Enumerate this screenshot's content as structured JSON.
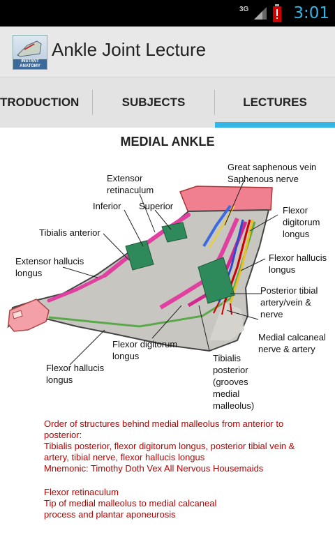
{
  "status_bar": {
    "network": "3G",
    "time": "3:01"
  },
  "action_bar": {
    "title": "Ankle Joint Lecture",
    "icon_line1": "INSTANT",
    "icon_line2": "ANATOMY"
  },
  "tabs": [
    {
      "label": "TRODUCTION",
      "selected": false
    },
    {
      "label": "SUBJECTS",
      "selected": false
    },
    {
      "label": "LECTURES",
      "selected": true
    }
  ],
  "figure": {
    "title": "MEDIAL ANKLE",
    "labels": {
      "extensor_retinaculum": "Extensor\nretinaculum",
      "inferior": "Inferior",
      "superior": "Superior",
      "tibialis_anterior": "Tibialis anterior",
      "extensor_hallucis_longus": "Extensor hallucis\nlongus",
      "great_saphenous": "Great saphenous vein\nSaphenous nerve",
      "flexor_digitorum_longus_top": "Flexor\ndigitorum\nlongus",
      "flexor_hallucis_longus_right": "Flexor hallucis\nlongus",
      "posterior_tibial": "Posterior tibial\nartery/vein &\nnerve",
      "medial_calcaneal": "Medial calcaneal\nnerve & artery",
      "flexor_digitorum_longus_bottom": "Flexor digitorum\nlongus",
      "tibialis_posterior": "Tibialis\nposterior\n(grooves\nmedial\nmalleolus)",
      "flexor_hallucis_longus_bottom": "Flexor hallucis\nlongus"
    }
  },
  "notes": {
    "para1": "Order of structures behind medial malleolus from anterior to\nposterior:\nTibialis posterior, flexor digitorum longus, posterior tibial vein &\nartery, tibial nerve, flexor hallucis longus\nMnemonic: Timothy Doth Vex All Nervous Housemaids",
    "para2": "Flexor retinaculum\nTip of medial malleolus to medial calcaneal\nprocess and plantar aponeurosis"
  },
  "colors": {
    "accent": "#33b5e5",
    "note_text": "#b00000"
  }
}
